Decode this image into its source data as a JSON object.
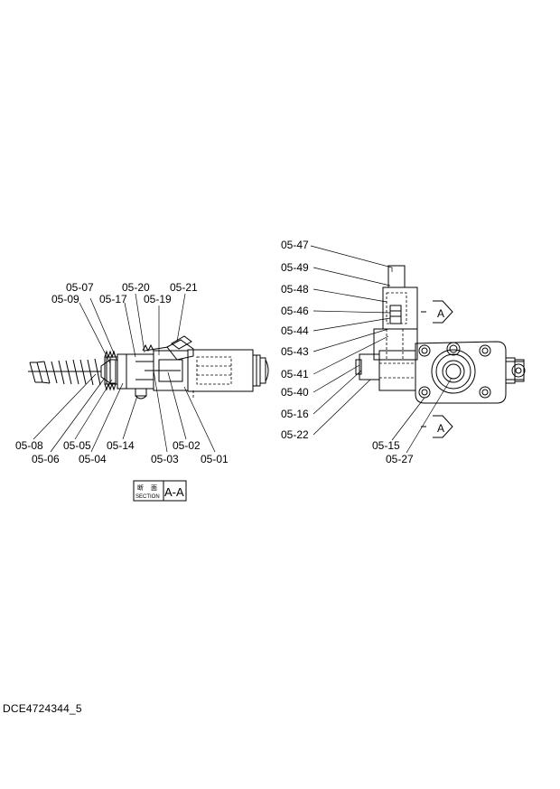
{
  "labels_left": {
    "l0507": "05-07",
    "l0509": "05-09",
    "l0517": "05-17",
    "l0520": "05-20",
    "l0519": "05-19",
    "l0521": "05-21",
    "l0508": "05-08",
    "l0506": "05-06",
    "l0505": "05-05",
    "l0504": "05-04",
    "l0514": "05-14",
    "l0503": "05-03",
    "l0502": "05-02",
    "l0501": "05-01"
  },
  "labels_right": {
    "l0547": "05-47",
    "l0549": "05-49",
    "l0548": "05-48",
    "l0546": "05-46",
    "l0544": "05-44",
    "l0543": "05-43",
    "l0541": "05-41",
    "l0540": "05-40",
    "l0516": "05-16",
    "l0522": "05-22",
    "l0515": "05-15",
    "l0527": "05-27"
  },
  "section_marker": {
    "letter_top": "A",
    "letter_bottom": "A"
  },
  "section_box": {
    "jp_1": "断",
    "jp_2": "面",
    "word": "SECTION",
    "name": "A-A"
  },
  "document_id": "DCE4724344_5"
}
